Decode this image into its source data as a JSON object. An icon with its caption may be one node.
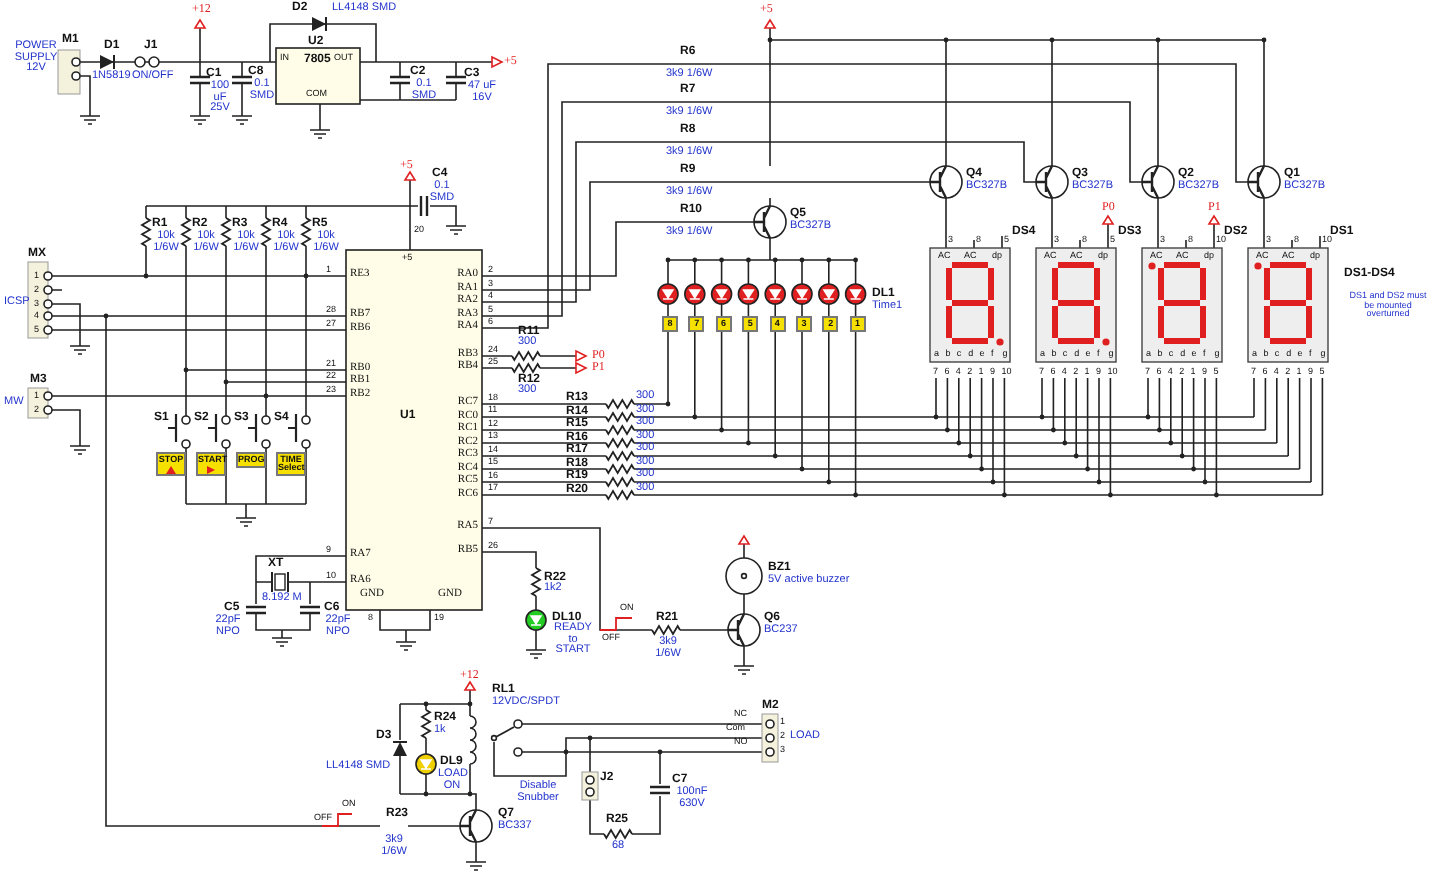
{
  "diagram": {
    "labels": [
      "POWER SUPPLY 12V",
      "M1",
      "D1",
      "1N5819",
      "J1",
      "ON/OFF",
      "+12",
      "D2",
      "LL4148 SMD",
      "U2",
      "IN",
      "7805",
      "OUT",
      "COM",
      "C1",
      "100 uF 25V",
      "C8",
      "0.1 SMD",
      "C2",
      "0.1 SMD",
      "+5",
      "C3",
      "47 uF 16V",
      "+5",
      "C4",
      "0.1 SMD",
      "R1",
      "10k 1/6W",
      "R2",
      "10k 1/6W",
      "R3",
      "10k 1/6W",
      "R4",
      "10k 1/6W",
      "R5",
      "10k 1/6W",
      "MX",
      "1",
      "2",
      "3",
      "4",
      "5",
      "ICSP",
      "M3",
      "1",
      "2",
      "MW",
      "1",
      "RE3",
      "28",
      "RB7",
      "27",
      "RB6",
      "21",
      "RB0",
      "22",
      "RB1",
      "23",
      "RB2",
      "9",
      "RA7",
      "10",
      "RA6",
      "20",
      "+5",
      "U1",
      "GND",
      "GND",
      "8",
      "19",
      "RA0",
      "2",
      "RA1",
      "3",
      "RA2",
      "4",
      "RA3",
      "5",
      "RA4",
      "6",
      "RB3",
      "24",
      "RB4",
      "25",
      "RC7",
      "18",
      "RC0",
      "11",
      "RC1",
      "12",
      "RC2",
      "13",
      "RC3",
      "14",
      "RC4",
      "15",
      "RC5",
      "16",
      "RC6",
      "17",
      "RA5",
      "7",
      "RB5",
      "26",
      "S1",
      "S2",
      "S3",
      "S4",
      "STOP",
      "START",
      "PROG",
      "TIME Select",
      "R11",
      "300",
      "P0",
      "R12",
      "300",
      "P1",
      "R13",
      "300",
      "R14",
      "300",
      "R15",
      "300",
      "R16",
      "300",
      "R17",
      "300",
      "R18",
      "300",
      "R19",
      "300",
      "R20",
      "300",
      "+5",
      "R6",
      "3k9 1/6W",
      "R7",
      "3k9 1/6W",
      "R8",
      "3k9 1/6W",
      "R9",
      "3k9 1/6W",
      "R10",
      "3k9 1/6W",
      "Q4",
      "BC327B",
      "Q3",
      "BC327B",
      "Q2",
      "BC327B",
      "Q1",
      "BC327B",
      "Q5",
      "BC327B",
      "P0",
      "P1",
      "DS4",
      "DS3",
      "DS2",
      "DS1",
      "8",
      "7",
      "6",
      "5",
      "4",
      "3",
      "2",
      "1",
      "DL1",
      "Time1",
      "DS1-DS4",
      "DS1 and DS2 must be mounted overturned",
      "3",
      "8",
      "5",
      "AC",
      "AC",
      "dp",
      "a",
      "b",
      "c",
      "d",
      "e",
      "f",
      "g",
      "7",
      "6",
      "4",
      "2",
      "1",
      "9",
      "10",
      "3",
      "8",
      "5",
      "AC",
      "AC",
      "dp",
      "a",
      "b",
      "c",
      "d",
      "e",
      "f",
      "g",
      "7",
      "6",
      "4",
      "2",
      "1",
      "9",
      "10",
      "3",
      "8",
      "10",
      "AC",
      "AC",
      "dp",
      "a",
      "b",
      "c",
      "d",
      "e",
      "f",
      "g",
      "7",
      "6",
      "4",
      "2",
      "1",
      "9",
      "5",
      "3",
      "8",
      "10",
      "AC",
      "AC",
      "dp",
      "a",
      "b",
      "c",
      "d",
      "e",
      "f",
      "g",
      "7",
      "6",
      "4",
      "2",
      "1",
      "9",
      "5",
      "XT",
      "8.192 M",
      "C5",
      "22pF NPO",
      "C6",
      "22pF NPO",
      "R22",
      "1k2",
      "DL10",
      "READY to START",
      "BZ1",
      "5V active buzzer",
      "ON",
      "OFF",
      "R21",
      "3k9 1/6W",
      "Q6",
      "BC237",
      "+12",
      "RL1",
      "12VDC/SPDT",
      "R24",
      "1k",
      "D3",
      "LL4148 SMD",
      "DL9",
      "LOAD ON",
      "M2",
      "NC",
      "1",
      "Com",
      "2",
      "NO",
      "3",
      "LOAD",
      "J2",
      "Disable Snubber",
      "C7",
      "100nF 630V",
      "R25",
      "68",
      "ON",
      "OFF",
      "R23",
      "3k9 1/6W",
      "Q7",
      "BC337"
    ]
  }
}
